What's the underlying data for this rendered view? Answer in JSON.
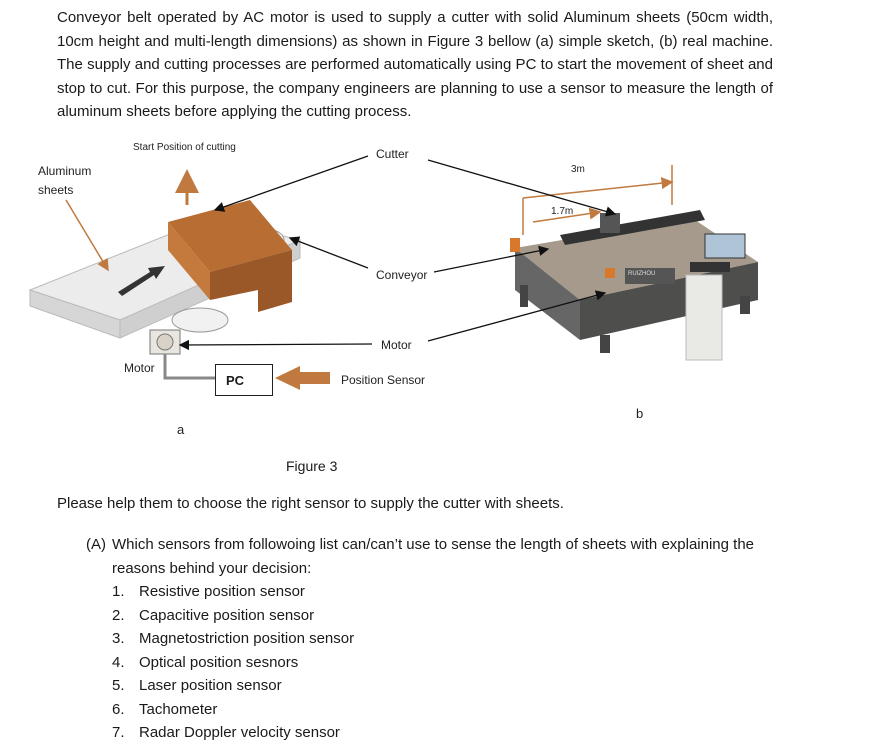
{
  "intro": "Conveyor belt operated by AC motor is used to supply a cutter with solid Aluminum sheets (50cm width, 10cm height and multi-length dimensions) as shown in Figure 3 bellow (a) simple sketch, (b) real machine. The supply and cutting processes are performed automatically using PC to start the movement of sheet and stop to cut. For this purpose, the company engineers are planning to use a sensor to measure the length of aluminum sheets before applying the cutting process.",
  "figure": {
    "start_position": "Start Position of cutting",
    "aluminum": "Aluminum",
    "sheets": "sheets",
    "motor_a": "Motor",
    "pc": "PC",
    "label_a": "a",
    "cutter": "Cutter",
    "conveyor": "Conveyor",
    "motor": "Motor",
    "position_sensor": "Position Sensor",
    "dim_3m": "3m",
    "dim_17m": "1.7m",
    "label_b": "b",
    "brand": "RUIZHOU",
    "caption": "Figure 3",
    "colors": {
      "cutter_wood": "#a9652f",
      "arrow": "#c07a3f",
      "belt": "#e8e8e8",
      "machine_grey": "#5a5a58"
    }
  },
  "ask": "Please help them to choose the right sensor to supply the cutter with sheets.",
  "question": {
    "num": "(A)",
    "text": "Which sensors from followoing  list can/can’t use to sense the length of sheets with explaining the reasons behind your decision:"
  },
  "sensors": [
    {
      "n": "1.",
      "label": "Resistive position sensor"
    },
    {
      "n": "2.",
      "label": "Capacitive position sensor"
    },
    {
      "n": "3.",
      "label": "Magnetostriction position sensor"
    },
    {
      "n": "4.",
      "label": "Optical position sesnors"
    },
    {
      "n": "5.",
      "label": "Laser position sensor"
    },
    {
      "n": "6.",
      "label": "Tachometer"
    },
    {
      "n": "7.",
      "label": "Radar Doppler velocity sensor"
    }
  ]
}
